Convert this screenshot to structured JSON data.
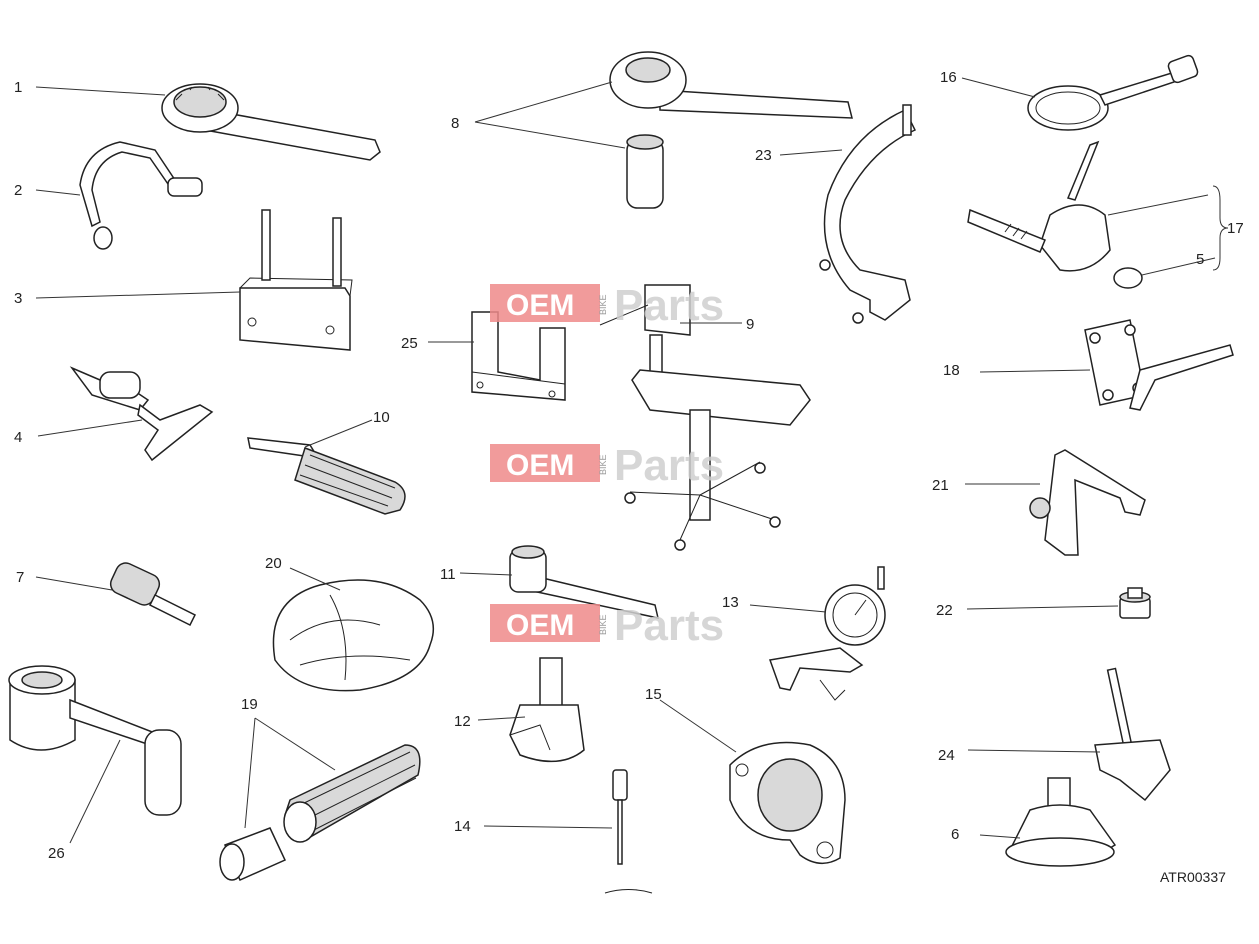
{
  "reference_code": "ATR00337",
  "watermark": {
    "oem": "OEM",
    "bike": "BIKE",
    "parts": "Parts"
  },
  "callouts": [
    "1",
    "2",
    "3",
    "4",
    "5",
    "6",
    "7",
    "8",
    "9",
    "10",
    "11",
    "12",
    "13",
    "14",
    "15",
    "16",
    "17",
    "18",
    "19",
    "20",
    "21",
    "22",
    "23",
    "24",
    "25",
    "26"
  ],
  "colors": {
    "ink": "#222222",
    "watermark_red": "#ef8a8a",
    "watermark_grey": "#cfcfcf"
  }
}
